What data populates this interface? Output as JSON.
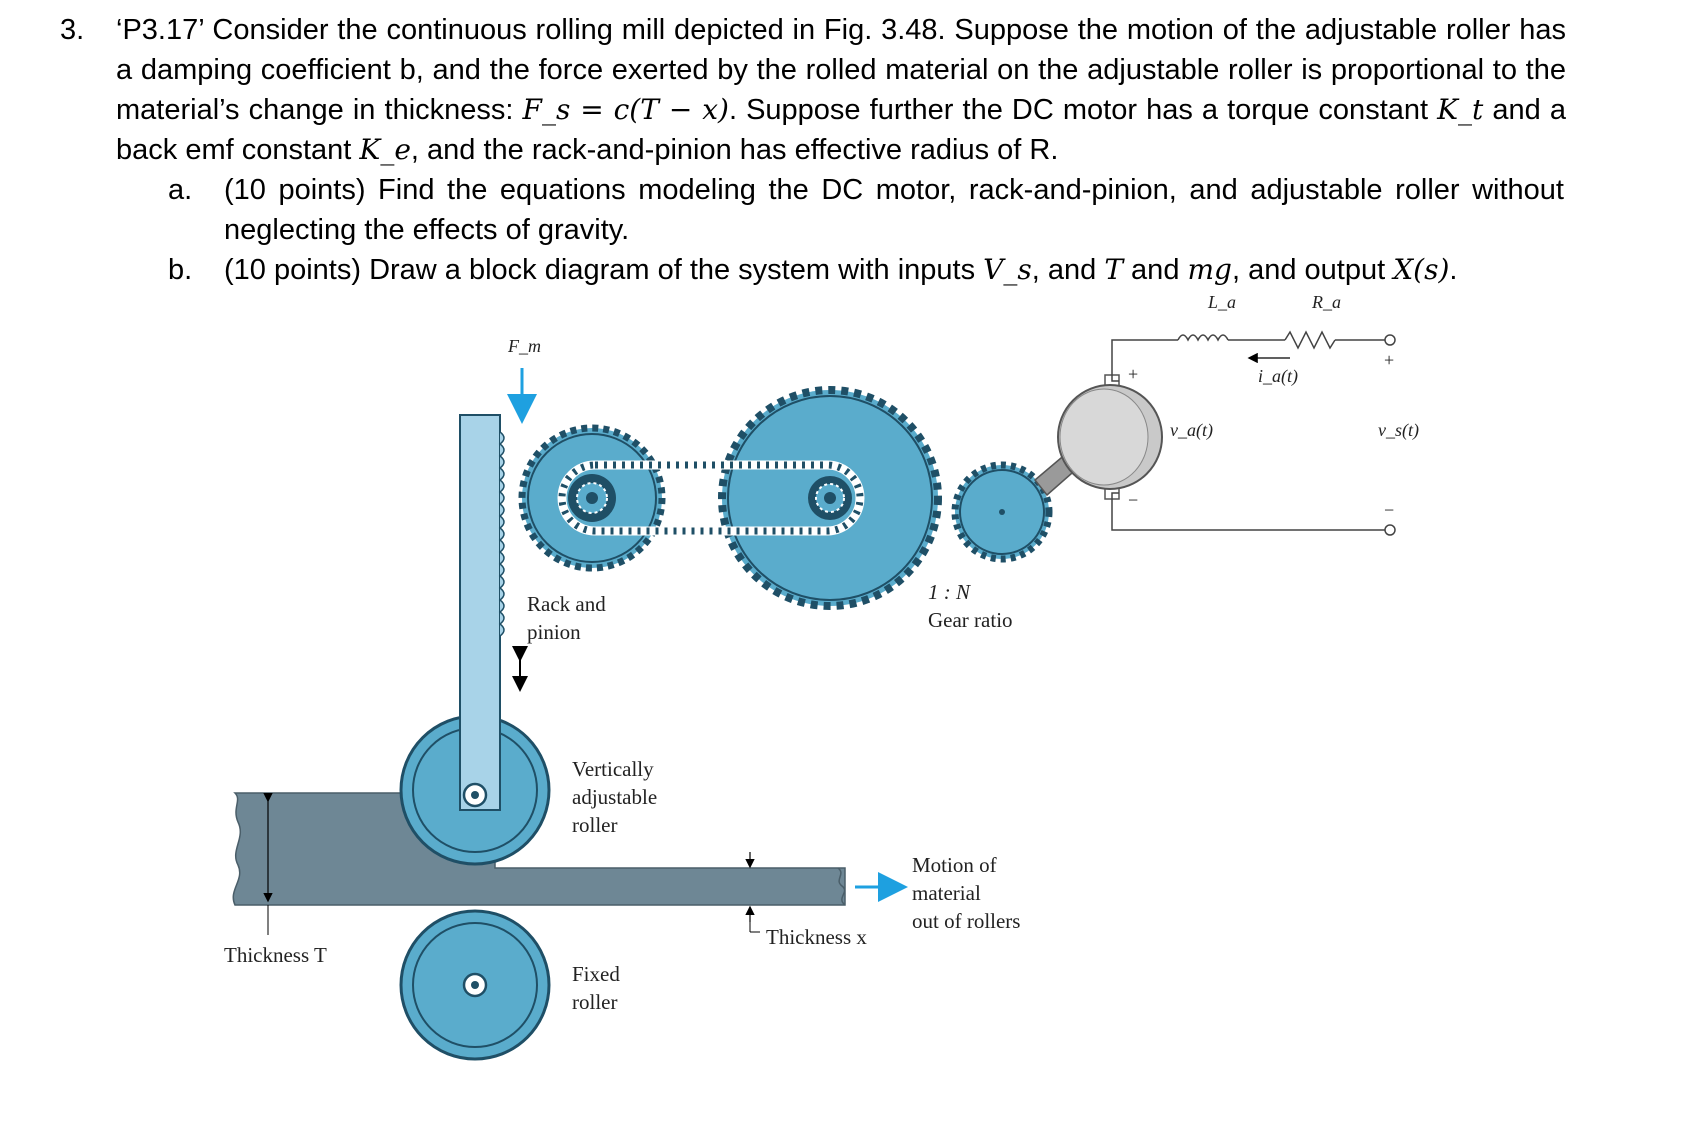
{
  "question": {
    "number": "3.",
    "stem": {
      "s1": "‘P3.17’ Consider the continuous rolling mill depicted in Fig. 3.48. Suppose the motion of the adjustable roller has a damping coefficient b, and the force exerted by the rolled material on the adjustable roller is proportional to the material’s change in thickness: ",
      "eq": "F_s = c(T − x)",
      "s2": ". Suppose further the DC motor has a torque constant ",
      "kt": "K_t",
      "s3": " and a back emf constant ",
      "ke": "K_e",
      "s4": ", and the rack-and-pinion has effective radius of R."
    },
    "part_a": {
      "letter": "a.",
      "text": "(10 points) Find the equations modeling the DC motor, rack-and-pinion, and adjustable roller without neglecting the effects of gravity."
    },
    "part_b": {
      "letter": "b.",
      "t1": "(10 points) Draw a block diagram of the system with inputs ",
      "vs": "V_s",
      "t2": ", and ",
      "T": "T",
      "t3": " and ",
      "mg": "mg",
      "t4": ", and output ",
      "xs": "X(s)",
      "t5": "."
    }
  },
  "figure": {
    "labels": {
      "fm": "F_m",
      "rack_pinion": [
        "Rack and",
        "pinion"
      ],
      "gear_ratio_value": "1 : N",
      "gear_ratio": "Gear ratio",
      "vertically_adjustable_roller": [
        "Vertically",
        "adjustable",
        "roller"
      ],
      "motion": [
        "Motion of",
        "material",
        "out of rollers"
      ],
      "thickness_T": "Thickness T",
      "thickness_x": "Thickness x",
      "fixed_roller": [
        "Fixed",
        "roller"
      ],
      "La": "L_a",
      "Ra": "R_a",
      "ia": "i_a(t)",
      "va": "v_a(t)",
      "vs": "v_s(t)",
      "plus1": "+",
      "plus2": "+",
      "minus1": "−",
      "minus2": "−"
    },
    "colors": {
      "gear": "#5aaccc",
      "gear_dark": "#1f4f66",
      "rack": "#a8d3e8",
      "material": "#6e8795",
      "arrow": "#1ea0e0",
      "motor": "#c9c9c9"
    }
  }
}
